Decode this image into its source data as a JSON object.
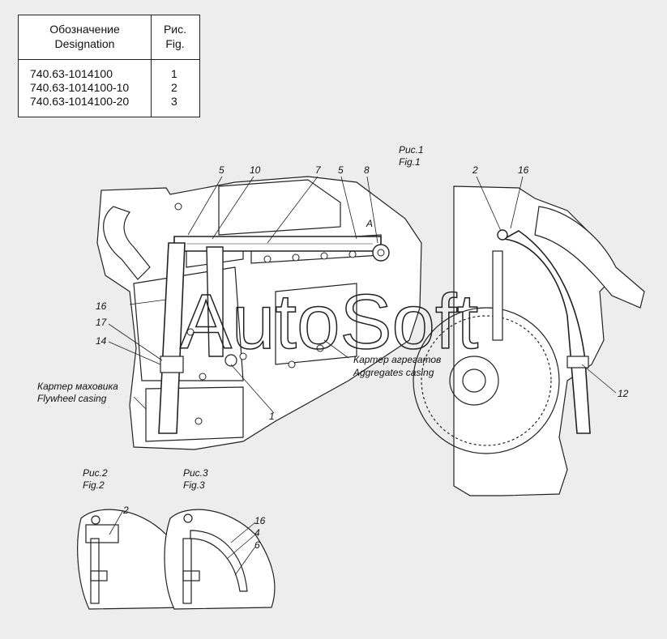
{
  "table": {
    "header": {
      "designation_ru": "Обозначение",
      "designation_en": "Designation",
      "fig_ru": "Рис.",
      "fig_en": "Fig."
    },
    "rows": [
      {
        "designation": "740.63-1014100",
        "fig": "1"
      },
      {
        "designation": "740.63-1014100-10",
        "fig": "2"
      },
      {
        "designation": "740.63-1014100-20",
        "fig": "3"
      }
    ]
  },
  "figures": {
    "fig1": {
      "ru": "Рис.1",
      "en": "Fig.1"
    },
    "fig2": {
      "ru": "Рис.2",
      "en": "Fig.2"
    },
    "fig3": {
      "ru": "Рис.3",
      "en": "Fig.3"
    }
  },
  "callouts": {
    "c5a": "5",
    "c10": "10",
    "c7": "7",
    "c5b": "5",
    "c8": "8",
    "cA": "A",
    "c2": "2",
    "c16": "16",
    "c16b": "16",
    "c17": "17",
    "c14": "14",
    "c1": "1",
    "c12": "12",
    "f2_2": "2",
    "f3_16": "16",
    "f3_4": "4",
    "f3_6": "6"
  },
  "annotations": {
    "aggregates_ru": "Картер агрегатов",
    "aggregates_en": "Aggregates casing",
    "flywheel_ru": "Картер маховика",
    "flywheel_en": "Flywheel casing"
  },
  "watermark": "AutoSoft"
}
